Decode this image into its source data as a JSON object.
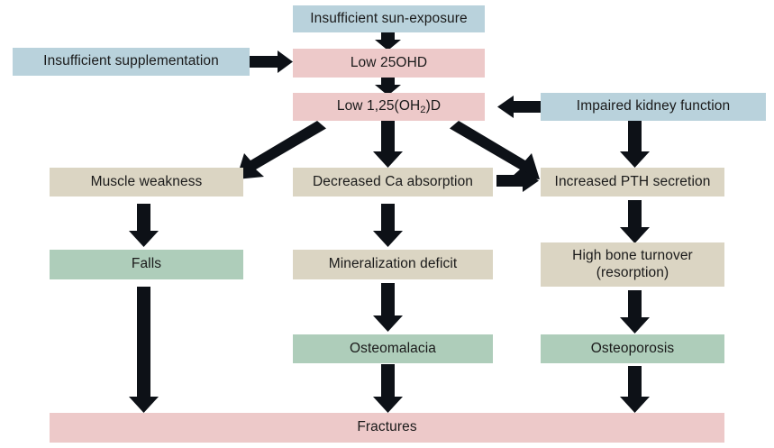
{
  "diagram": {
    "title": "Pathway from vitamin D insufficiency to fractures",
    "palette": {
      "blue": "#b9d2dc",
      "pink": "#edc9c9",
      "beige": "#dbd5c3",
      "green": "#aecdba",
      "arrow": "#0d1117",
      "background": "#ffffff",
      "text": "#1a1a1a"
    },
    "nodes": [
      {
        "id": "insufficient-sun-exposure",
        "label": "Insufficient sun-exposure",
        "color": "blue"
      },
      {
        "id": "insufficient-supplementation",
        "label": "Insufficient supplementation",
        "color": "blue"
      },
      {
        "id": "low-25ohd",
        "label": "Low 25OHD",
        "color": "pink"
      },
      {
        "id": "low-1-25-oh2-d",
        "label": "Low 1,25(OH2)D",
        "label_html": "Low 1,25(OH<sub>2</sub>)D",
        "color": "pink"
      },
      {
        "id": "impaired-kidney-function",
        "label": "Impaired kidney function",
        "color": "blue"
      },
      {
        "id": "muscle-weakness",
        "label": "Muscle weakness",
        "color": "beige"
      },
      {
        "id": "decreased-ca-absorption",
        "label": "Decreased Ca absorption",
        "color": "beige"
      },
      {
        "id": "increased-pth-secretion",
        "label": "Increased PTH secretion",
        "color": "beige"
      },
      {
        "id": "falls",
        "label": "Falls",
        "color": "green"
      },
      {
        "id": "mineralization-deficit",
        "label": "Mineralization deficit",
        "color": "beige"
      },
      {
        "id": "high-bone-turnover",
        "label": "High bone turnover\n(resorption)",
        "color": "beige"
      },
      {
        "id": "osteomalacia",
        "label": "Osteomalacia",
        "color": "green"
      },
      {
        "id": "osteoporosis",
        "label": "Osteoporosis",
        "color": "green"
      },
      {
        "id": "fractures",
        "label": "Fractures",
        "color": "pink"
      }
    ],
    "edges": [
      {
        "from": "insufficient-sun-exposure",
        "to": "low-25ohd",
        "direction": "down"
      },
      {
        "from": "insufficient-supplementation",
        "to": "low-25ohd",
        "direction": "right"
      },
      {
        "from": "low-25ohd",
        "to": "low-1-25-oh2-d",
        "direction": "down"
      },
      {
        "from": "impaired-kidney-function",
        "to": "low-1-25-oh2-d",
        "direction": "left"
      },
      {
        "from": "low-1-25-oh2-d",
        "to": "muscle-weakness",
        "direction": "diagonal-down-left"
      },
      {
        "from": "low-1-25-oh2-d",
        "to": "decreased-ca-absorption",
        "direction": "down"
      },
      {
        "from": "low-1-25-oh2-d",
        "to": "increased-pth-secretion",
        "direction": "diagonal-down-right"
      },
      {
        "from": "impaired-kidney-function",
        "to": "increased-pth-secretion",
        "direction": "down"
      },
      {
        "from": "decreased-ca-absorption",
        "to": "increased-pth-secretion",
        "direction": "right"
      },
      {
        "from": "muscle-weakness",
        "to": "falls",
        "direction": "down"
      },
      {
        "from": "decreased-ca-absorption",
        "to": "mineralization-deficit",
        "direction": "down"
      },
      {
        "from": "increased-pth-secretion",
        "to": "high-bone-turnover",
        "direction": "down"
      },
      {
        "from": "mineralization-deficit",
        "to": "osteomalacia",
        "direction": "down"
      },
      {
        "from": "high-bone-turnover",
        "to": "osteoporosis",
        "direction": "down"
      },
      {
        "from": "falls",
        "to": "fractures",
        "direction": "down-long"
      },
      {
        "from": "osteomalacia",
        "to": "fractures",
        "direction": "down"
      },
      {
        "from": "osteoporosis",
        "to": "fractures",
        "direction": "down"
      }
    ]
  }
}
